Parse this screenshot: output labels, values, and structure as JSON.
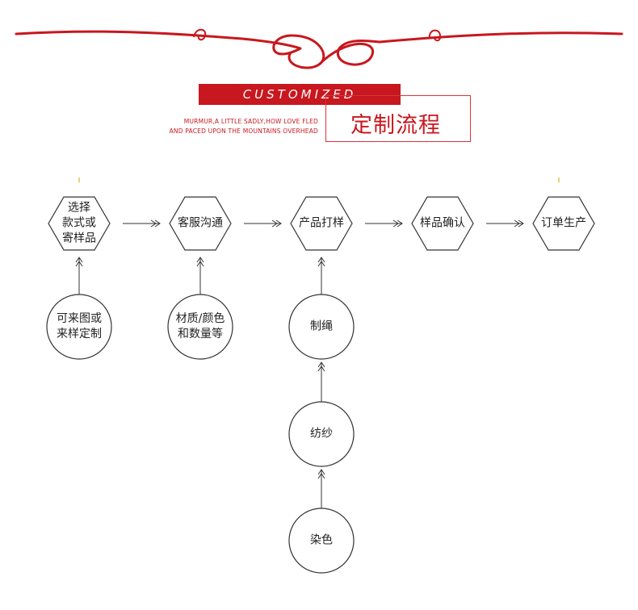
{
  "header": {
    "banner_text": "CUSTOMIZED",
    "title": "定制流程",
    "subtext_line1": "MURMUR,A LITTLE SADLY,HOW LOVE FLED",
    "subtext_line2": "AND PACED UPON THE MOUNTAINS OVERHEAD"
  },
  "colors": {
    "accent": "#c8171e",
    "stroke": "#333333"
  },
  "process_steps": [
    {
      "id": "s1",
      "shape": "hexagon",
      "lines": [
        "选择",
        "款式或",
        "寄样品"
      ]
    },
    {
      "id": "s2",
      "shape": "hexagon",
      "lines": [
        "客服沟通"
      ]
    },
    {
      "id": "s3",
      "shape": "hexagon",
      "lines": [
        "产品打样"
      ]
    },
    {
      "id": "s4",
      "shape": "hexagon",
      "lines": [
        "样品确认"
      ]
    },
    {
      "id": "s5",
      "shape": "hexagon",
      "lines": [
        "订单生产"
      ]
    }
  ],
  "inputs": [
    {
      "id": "c1",
      "shape": "circle",
      "lines": [
        "可来图或",
        "来样定制"
      ],
      "feeds": "s1"
    },
    {
      "id": "c2",
      "shape": "circle",
      "lines": [
        "材质/颜色",
        "和数量等"
      ],
      "feeds": "s2"
    },
    {
      "id": "c3",
      "shape": "circle",
      "lines": [
        "制绳"
      ],
      "feeds": "s3"
    },
    {
      "id": "c4",
      "shape": "circle",
      "lines": [
        "纺纱"
      ],
      "feeds": "c3"
    },
    {
      "id": "c5",
      "shape": "circle",
      "lines": [
        "染色"
      ],
      "feeds": "c4"
    }
  ],
  "edges": [
    {
      "from": "s1",
      "to": "s2"
    },
    {
      "from": "s2",
      "to": "s3"
    },
    {
      "from": "s3",
      "to": "s4"
    },
    {
      "from": "s4",
      "to": "s5"
    },
    {
      "from": "c1",
      "to": "s1"
    },
    {
      "from": "c2",
      "to": "s2"
    },
    {
      "from": "c3",
      "to": "s3"
    },
    {
      "from": "c4",
      "to": "c3"
    },
    {
      "from": "c5",
      "to": "c4"
    }
  ]
}
